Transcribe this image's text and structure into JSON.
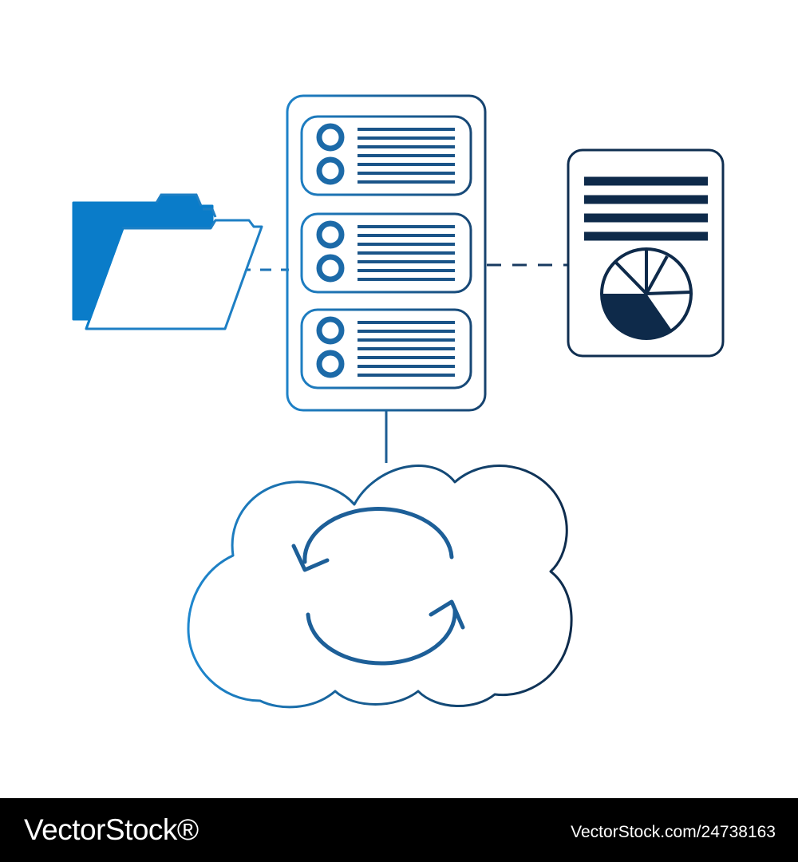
{
  "colors": {
    "background": "#ffffff",
    "stroke_light": "#1e7fc4",
    "stroke_mid": "#1c5d93",
    "stroke_dark": "#0e2a4a",
    "folder_fill": "#0a7cc9",
    "footer_background": "#000000",
    "footer_text": "#ffffff"
  },
  "icons": {
    "folder": "folder-icon",
    "server": "server-rack-icon",
    "document": "report-document-icon",
    "pie": "pie-chart-icon",
    "cloud": "cloud-icon",
    "sync": "sync-arrows-icon"
  },
  "server": {
    "unit_count": 3
  },
  "footer": {
    "logo_text": "VectorStock®",
    "image_id": "VectorStock.com/24738163"
  }
}
